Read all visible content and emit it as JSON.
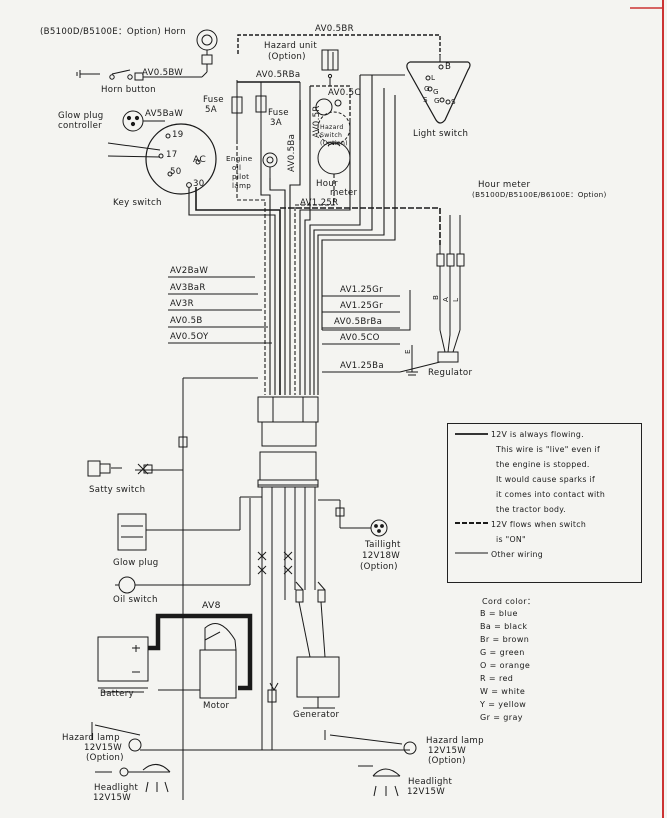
{
  "title_option": "(B5100D/B5100E：Option) Horn",
  "components": {
    "horn_button": "Horn button",
    "glow_plug_controller_1": "Glow plug",
    "glow_plug_controller_2": "controller",
    "key_switch": "Key switch",
    "key_terminals": [
      "19",
      "17",
      "AC",
      "50",
      "30"
    ],
    "fuse_5a_1": "Fuse",
    "fuse_5a_2": "5A",
    "fuse_3a_1": "Fuse",
    "fuse_3a_2": "3A",
    "hazard_unit_1": "Hazard unit",
    "hazard_unit_2": "(Option)",
    "hazard_switch_1": "Hazard",
    "hazard_switch_2": "Switch",
    "hazard_switch_3": "(Option)",
    "engine_oil_1": "Engine",
    "engine_oil_2": "oil",
    "engine_oil_3": "pilot",
    "engine_oil_4": "lamp",
    "hour_meter_1": "Hour",
    "hour_meter_2": "meter",
    "light_switch": "Light switch",
    "light_switch_terms": [
      "B",
      "L",
      "G",
      "S",
      "G",
      "S",
      "G"
    ],
    "hour_meter_option_1": "Hour meter",
    "hour_meter_option_2": "(B5100D/B5100E/B6100E：Option)",
    "regulator": "Regulator",
    "regulator_terms": [
      "B",
      "A",
      "L",
      "E"
    ],
    "satty_switch": "Satty switch",
    "glow_plug": "Glow plug",
    "oil_switch": "Oil switch",
    "taillight_1": "Taillight",
    "taillight_2": "12V18W",
    "taillight_3": "(Option)",
    "battery": "Battery",
    "motor": "Motor",
    "generator": "Generator",
    "av8": "AV8",
    "hazard_lamp_left_1": "Hazard lamp",
    "hazard_lamp_left_2": "12V15W",
    "hazard_lamp_left_3": "(Option)",
    "hazard_lamp_right_1": "Hazard lamp",
    "hazard_lamp_right_2": "12V15W",
    "hazard_lamp_right_3": "(Option)",
    "headlight_left_1": "Headlight",
    "headlight_left_2": "12V15W",
    "headlight_right_1": "Headlight",
    "headlight_right_2": "12V15W"
  },
  "wires": {
    "av05bw": "AV0.5BW",
    "av05br": "AV0.5BR",
    "av05rba": "AV0.5RBa",
    "av05c": "AV0.5C",
    "av5baw": "AV5BaW",
    "av05ba": "AV0.5Ba",
    "av05r": "AV0.5R",
    "av125r": "AV1.25R",
    "av2baw": "AV2BaW",
    "av3bar": "AV3BaR",
    "av3r": "AV3R",
    "av05b": "AV0.5B",
    "av05oy": "AV0.5OY",
    "av125gr": "AV1.25Gr",
    "av125gr2": "AV1.25Gr",
    "av05brba": "AV0.5BrBa",
    "av05co": "AV0.5CO",
    "av125ba": "AV1.25Ba"
  },
  "legend": {
    "line1_1": "12V is always flowing.",
    "line1_2": "This wire is \"live\" even if",
    "line1_3": "the engine is stopped.",
    "line1_4": "It would cause sparks if",
    "line1_5": "it comes into contact with",
    "line1_6": "the tractor body.",
    "line2_1": "12V flows when switch",
    "line2_2": "is \"ON\"",
    "line3": "Other wiring"
  },
  "cord_color": {
    "title": "Cord color：",
    "items": [
      "B = blue",
      "Ba = black",
      "Br = brown",
      "G = green",
      "O = orange",
      "R = red",
      "W = white",
      "Y = yellow",
      "Gr = gray"
    ]
  }
}
